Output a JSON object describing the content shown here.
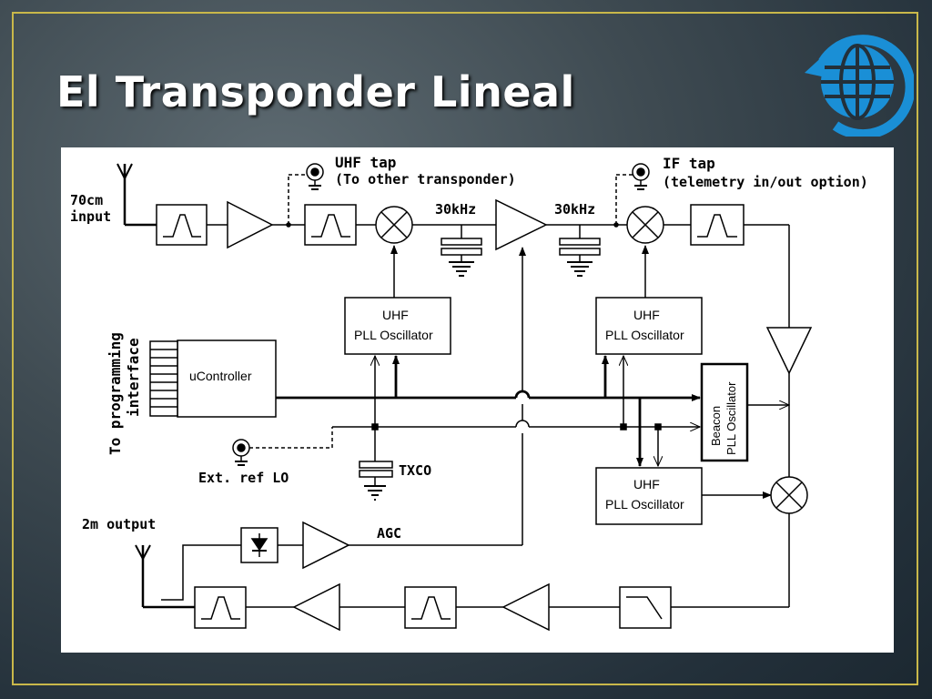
{
  "slide": {
    "title": "El Transponder Lineal",
    "background": "#2c3942",
    "border_color": "#c9b84a",
    "logo_icon": "globe-arrow-icon",
    "logo_color": "#1a8fd6"
  },
  "diagram": {
    "labels": {
      "input_70cm_line1": "70cm",
      "input_70cm_line2": "input",
      "uhf_tap_line1": "UHF tap",
      "uhf_tap_line2": "(To other transponder)",
      "crystal_1": "30kHz",
      "crystal_2": "30kHz",
      "if_tap_line1": "IF tap",
      "if_tap_line2": "(telemetry in/out option)",
      "pll1_line1": "UHF",
      "pll1_line2": "PLL Oscillator",
      "pll2_line1": "UHF",
      "pll2_line2": "PLL Oscillator",
      "pll3_line1": "UHF",
      "pll3_line2": "PLL Oscillator",
      "ucontroller": "uController",
      "beacon_line1": "Beacon",
      "beacon_line2": "PLL Oscillator",
      "programming_line1": "To programming",
      "programming_line2": "interface",
      "txco": "TXCO",
      "ext_ref": "Ext. ref LO",
      "output_2m": "2m output",
      "agc": "AGC"
    }
  }
}
